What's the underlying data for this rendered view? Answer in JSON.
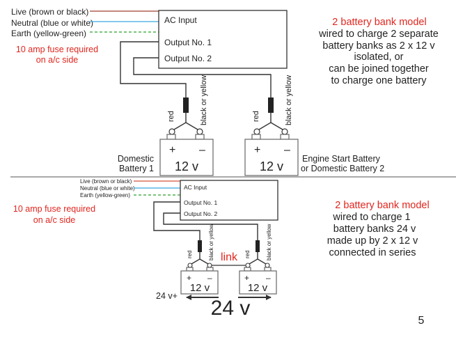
{
  "page_number": "5",
  "colors": {
    "live": "#a0412d",
    "neutral": "#3aa8e0",
    "earth": "#2aa02a",
    "accent_red": "#e0261f",
    "text": "#222222"
  },
  "top_diagram": {
    "legend": {
      "live": "Live (brown or black)",
      "neutral": "Neutral (blue or white)",
      "earth": "Earth (yellow-green)"
    },
    "fuse_note": [
      "10 amp fuse required",
      "on a/c side"
    ],
    "charger": {
      "ac_input": "AC Input",
      "output_1": "Output No. 1",
      "output_2": "Output No. 2"
    },
    "cable_labels": {
      "positive": "red",
      "negative": "black or yellow"
    },
    "batteries": [
      {
        "plus": "+",
        "minus": "–",
        "voltage": "12 v",
        "label": [
          "Domestic",
          "Battery 1"
        ]
      },
      {
        "plus": "+",
        "minus": "–",
        "voltage": "12 v",
        "label": [
          "Engine Start Battery",
          "or Domestic Battery 2"
        ]
      }
    ],
    "description": {
      "title": "2 battery bank model",
      "lines": [
        "wired to charge 2 separate",
        "battery banks as 2 x 12 v",
        "isolated, or",
        "can be joined together",
        "to charge one battery"
      ]
    }
  },
  "bottom_diagram": {
    "legend": {
      "live": "Live (brown or black)",
      "neutral": "Neutral (blue or white)",
      "earth": "Earth (yellow-green)"
    },
    "fuse_note": [
      "10 amp fuse required",
      "on a/c side"
    ],
    "charger": {
      "ac_input": "AC Input",
      "output_1": "Output No. 1",
      "output_2": "Output No. 2"
    },
    "cable_labels": {
      "positive": "red",
      "negative": "black or yellow"
    },
    "link_label": "link",
    "batteries": [
      {
        "plus": "+",
        "minus": "–",
        "voltage": "12 v"
      },
      {
        "plus": "+",
        "minus": "–",
        "voltage": "12 v"
      }
    ],
    "positive_terminal_label": "24 v+",
    "total_voltage": "24 v",
    "description": {
      "title": "2 battery bank model",
      "lines": [
        "wired to charge 1",
        "battery banks 24 v",
        "made up by 2 x 12 v",
        "connected in series"
      ]
    }
  }
}
